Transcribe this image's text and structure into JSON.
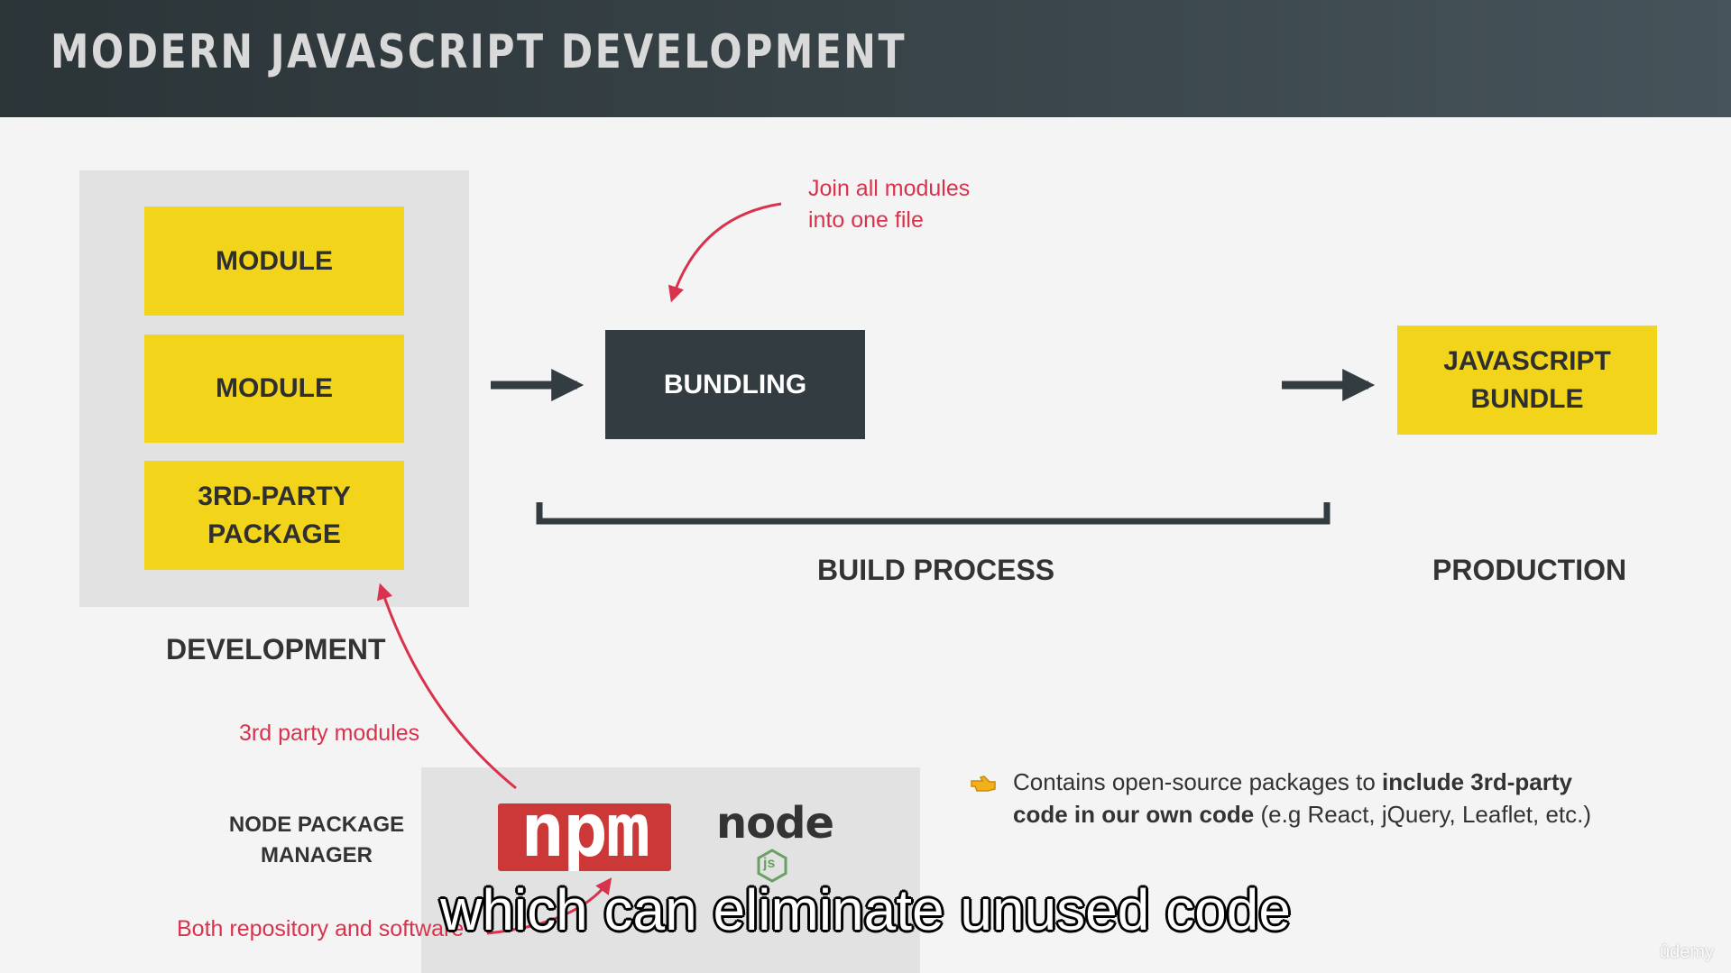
{
  "header": {
    "title": "MODERN JAVASCRIPT DEVELOPMENT"
  },
  "development": {
    "modules": [
      "MODULE",
      "MODULE"
    ],
    "third_party_line1": "3RD-PARTY",
    "third_party_line2": "PACKAGE",
    "label": "DEVELOPMENT"
  },
  "bundling": {
    "label": "BUNDLING",
    "note_line1": "Join all modules",
    "note_line2": "into one file"
  },
  "production": {
    "bundle_line1": "JAVASCRIPT",
    "bundle_line2": "BUNDLE",
    "label": "PRODUCTION"
  },
  "build": {
    "label": "BUILD PROCESS"
  },
  "npm": {
    "third_party_note": "3rd party modules",
    "manager_line1": "NODE PACKAGE",
    "manager_line2": "MANAGER",
    "npm_logo_text": "npm",
    "node_logo_text": "node",
    "node_js_text": "js",
    "description_plain1": "Contains open-source packages to ",
    "description_bold1": "include 3rd-party",
    "description_bold2": "code in our own code",
    "description_plain2": " (e.g React, jQuery, Leaflet, etc.)",
    "bottom_note": "Both repository and software"
  },
  "subtitle": "which can eliminate unused code",
  "watermark": "ûdemy",
  "colors": {
    "yellow": "#f2d41b",
    "dark": "#333d41",
    "red": "#d9324d",
    "panel": "#e2e2e2"
  },
  "icons": [
    "pointing-hand-icon",
    "npm-logo-icon",
    "nodejs-logo-icon"
  ]
}
